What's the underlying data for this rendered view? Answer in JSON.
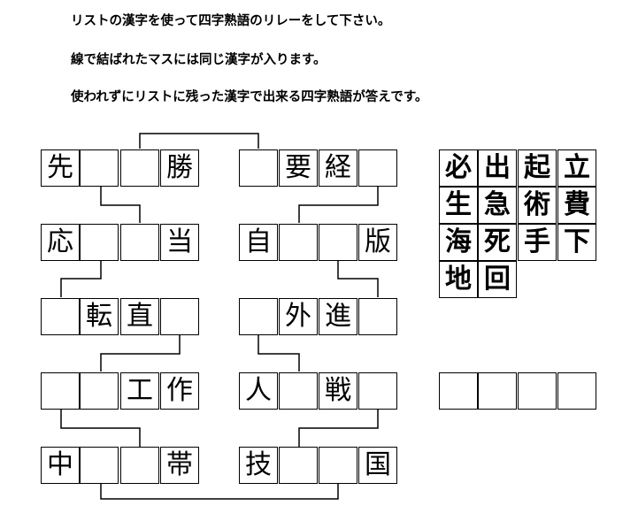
{
  "instructions": [
    "リストの漢字を使って四字熟語のリレーをして下さい。",
    "線で結ばれたマスには同じ漢字が入ります。",
    "使われずにリストに残った漢字で出来る四字熟語が答えです。"
  ],
  "puzzle_rows": [
    [
      "先",
      "",
      "",
      "勝"
    ],
    [
      "応",
      "",
      "",
      "当"
    ],
    [
      "",
      "転",
      "直",
      ""
    ],
    [
      "",
      "",
      "工",
      "作"
    ],
    [
      "中",
      "",
      "",
      "帯"
    ],
    [
      "",
      "要",
      "経",
      ""
    ],
    [
      "自",
      "",
      "",
      "版"
    ],
    [
      "",
      "外",
      "進",
      ""
    ],
    [
      "人",
      "",
      "戦",
      ""
    ],
    [
      "技",
      "",
      "",
      "国"
    ]
  ],
  "kanji_list": [
    [
      "必",
      "出",
      "起",
      "立"
    ],
    [
      "生",
      "急",
      "術",
      "費"
    ],
    [
      "海",
      "死",
      "手",
      "下"
    ],
    [
      "地",
      "回"
    ]
  ],
  "answer_boxes": [
    "",
    "",
    "",
    ""
  ]
}
